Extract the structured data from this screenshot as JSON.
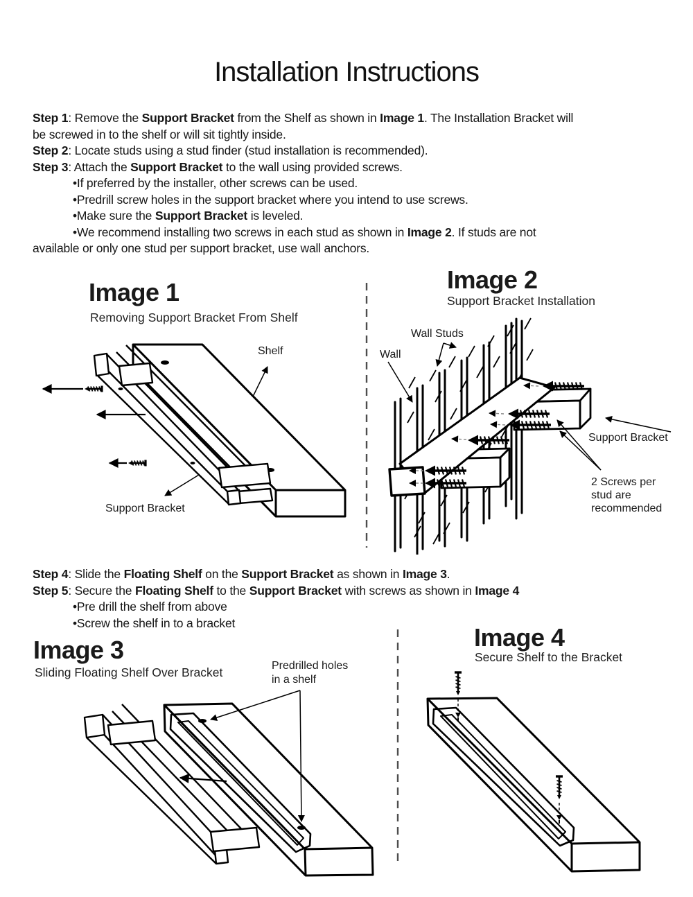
{
  "page": {
    "title": "Installation Instructions"
  },
  "steps_top": [
    {
      "style": "",
      "runs": [
        {
          "t": "Step 1",
          "b": true
        },
        {
          "t": ": Remove the ",
          "b": false
        },
        {
          "t": "Support Bracket",
          "b": true
        },
        {
          "t": " from the Shelf as shown in ",
          "b": false
        },
        {
          "t": "Image 1",
          "b": true
        },
        {
          "t": ". The Installation Bracket will",
          "b": false
        },
        {
          "br": true
        },
        {
          "t": "be screwed in to the shelf or will sit tightly inside.",
          "b": false
        }
      ]
    },
    {
      "style": "",
      "runs": [
        {
          "t": "Step 2",
          "b": true
        },
        {
          "t": ": Locate studs using a stud finder (stud installation is recommended).",
          "b": false
        }
      ]
    },
    {
      "style": "",
      "runs": [
        {
          "t": "Step 3",
          "b": true
        },
        {
          "t": ": Attach the ",
          "b": false
        },
        {
          "t": "Support Bracket",
          "b": true
        },
        {
          "t": " to the wall using provided screws.",
          "b": false
        }
      ]
    },
    {
      "style": "bullet",
      "runs": [
        {
          "t": "•If preferred by the installer, other screws can be used.",
          "b": false
        }
      ]
    },
    {
      "style": "bullet",
      "runs": [
        {
          "t": "•Predrill screw holes in the support bracket where you intend to use screws.",
          "b": false
        }
      ]
    },
    {
      "style": "bullet",
      "runs": [
        {
          "t": "•Make sure the ",
          "b": false
        },
        {
          "t": "Support Bracket",
          "b": true
        },
        {
          "t": " is leveled.",
          "b": false
        }
      ]
    },
    {
      "style": "hang",
      "runs": [
        {
          "t": "•We recommend installing two screws in each stud as shown in ",
          "b": false
        },
        {
          "t": "Image 2",
          "b": true
        },
        {
          "t": ". If studs are not",
          "b": false
        },
        {
          "br": true
        },
        {
          "t": "available or only one stud per support bracket, use wall anchors.",
          "b": false
        }
      ]
    }
  ],
  "steps_mid": [
    {
      "style": "",
      "runs": [
        {
          "t": "Step 4",
          "b": true
        },
        {
          "t": ": Slide the ",
          "b": false
        },
        {
          "t": "Floating Shelf",
          "b": true
        },
        {
          "t": " on the ",
          "b": false
        },
        {
          "t": "Support Bracket",
          "b": true
        },
        {
          "t": " as shown in ",
          "b": false
        },
        {
          "t": "Image 3",
          "b": true
        },
        {
          "t": ".",
          "b": false
        }
      ]
    },
    {
      "style": "",
      "runs": [
        {
          "t": "Step 5",
          "b": true
        },
        {
          "t": ": Secure the ",
          "b": false
        },
        {
          "t": "Floating Shelf",
          "b": true
        },
        {
          "t": " to the ",
          "b": false
        },
        {
          "t": "Support Bracket",
          "b": true
        },
        {
          "t": " with screws as shown in ",
          "b": false
        },
        {
          "t": "Image 4",
          "b": true
        }
      ]
    },
    {
      "style": "bullet",
      "runs": [
        {
          "t": "•Pre drill the shelf from above",
          "b": false
        }
      ]
    },
    {
      "style": "bullet",
      "runs": [
        {
          "t": "•Screw the shelf in to a bracket",
          "b": false
        }
      ]
    }
  ],
  "figures": {
    "image1": {
      "title": "Image 1",
      "subtitle": "Removing Support Bracket From Shelf",
      "labels": {
        "shelf": "Shelf",
        "support_bracket": "Support Bracket"
      }
    },
    "image2": {
      "title": "Image 2",
      "subtitle": "Support Bracket Installation",
      "labels": {
        "wall_studs": "Wall Studs",
        "wall": "Wall",
        "support_bracket": "Support Bracket",
        "screws_note": "2 Screws per stud are recommended"
      }
    },
    "image3": {
      "title": "Image 3",
      "subtitle": "Sliding Floating Shelf Over Bracket",
      "labels": {
        "predrilled_holes": "Predrilled holes in a shelf"
      }
    },
    "image4": {
      "title": "Image 4",
      "subtitle": "Secure Shelf to the Bracket"
    }
  },
  "colors": {
    "ink": "#000000",
    "separator": "#4d4d4d"
  }
}
